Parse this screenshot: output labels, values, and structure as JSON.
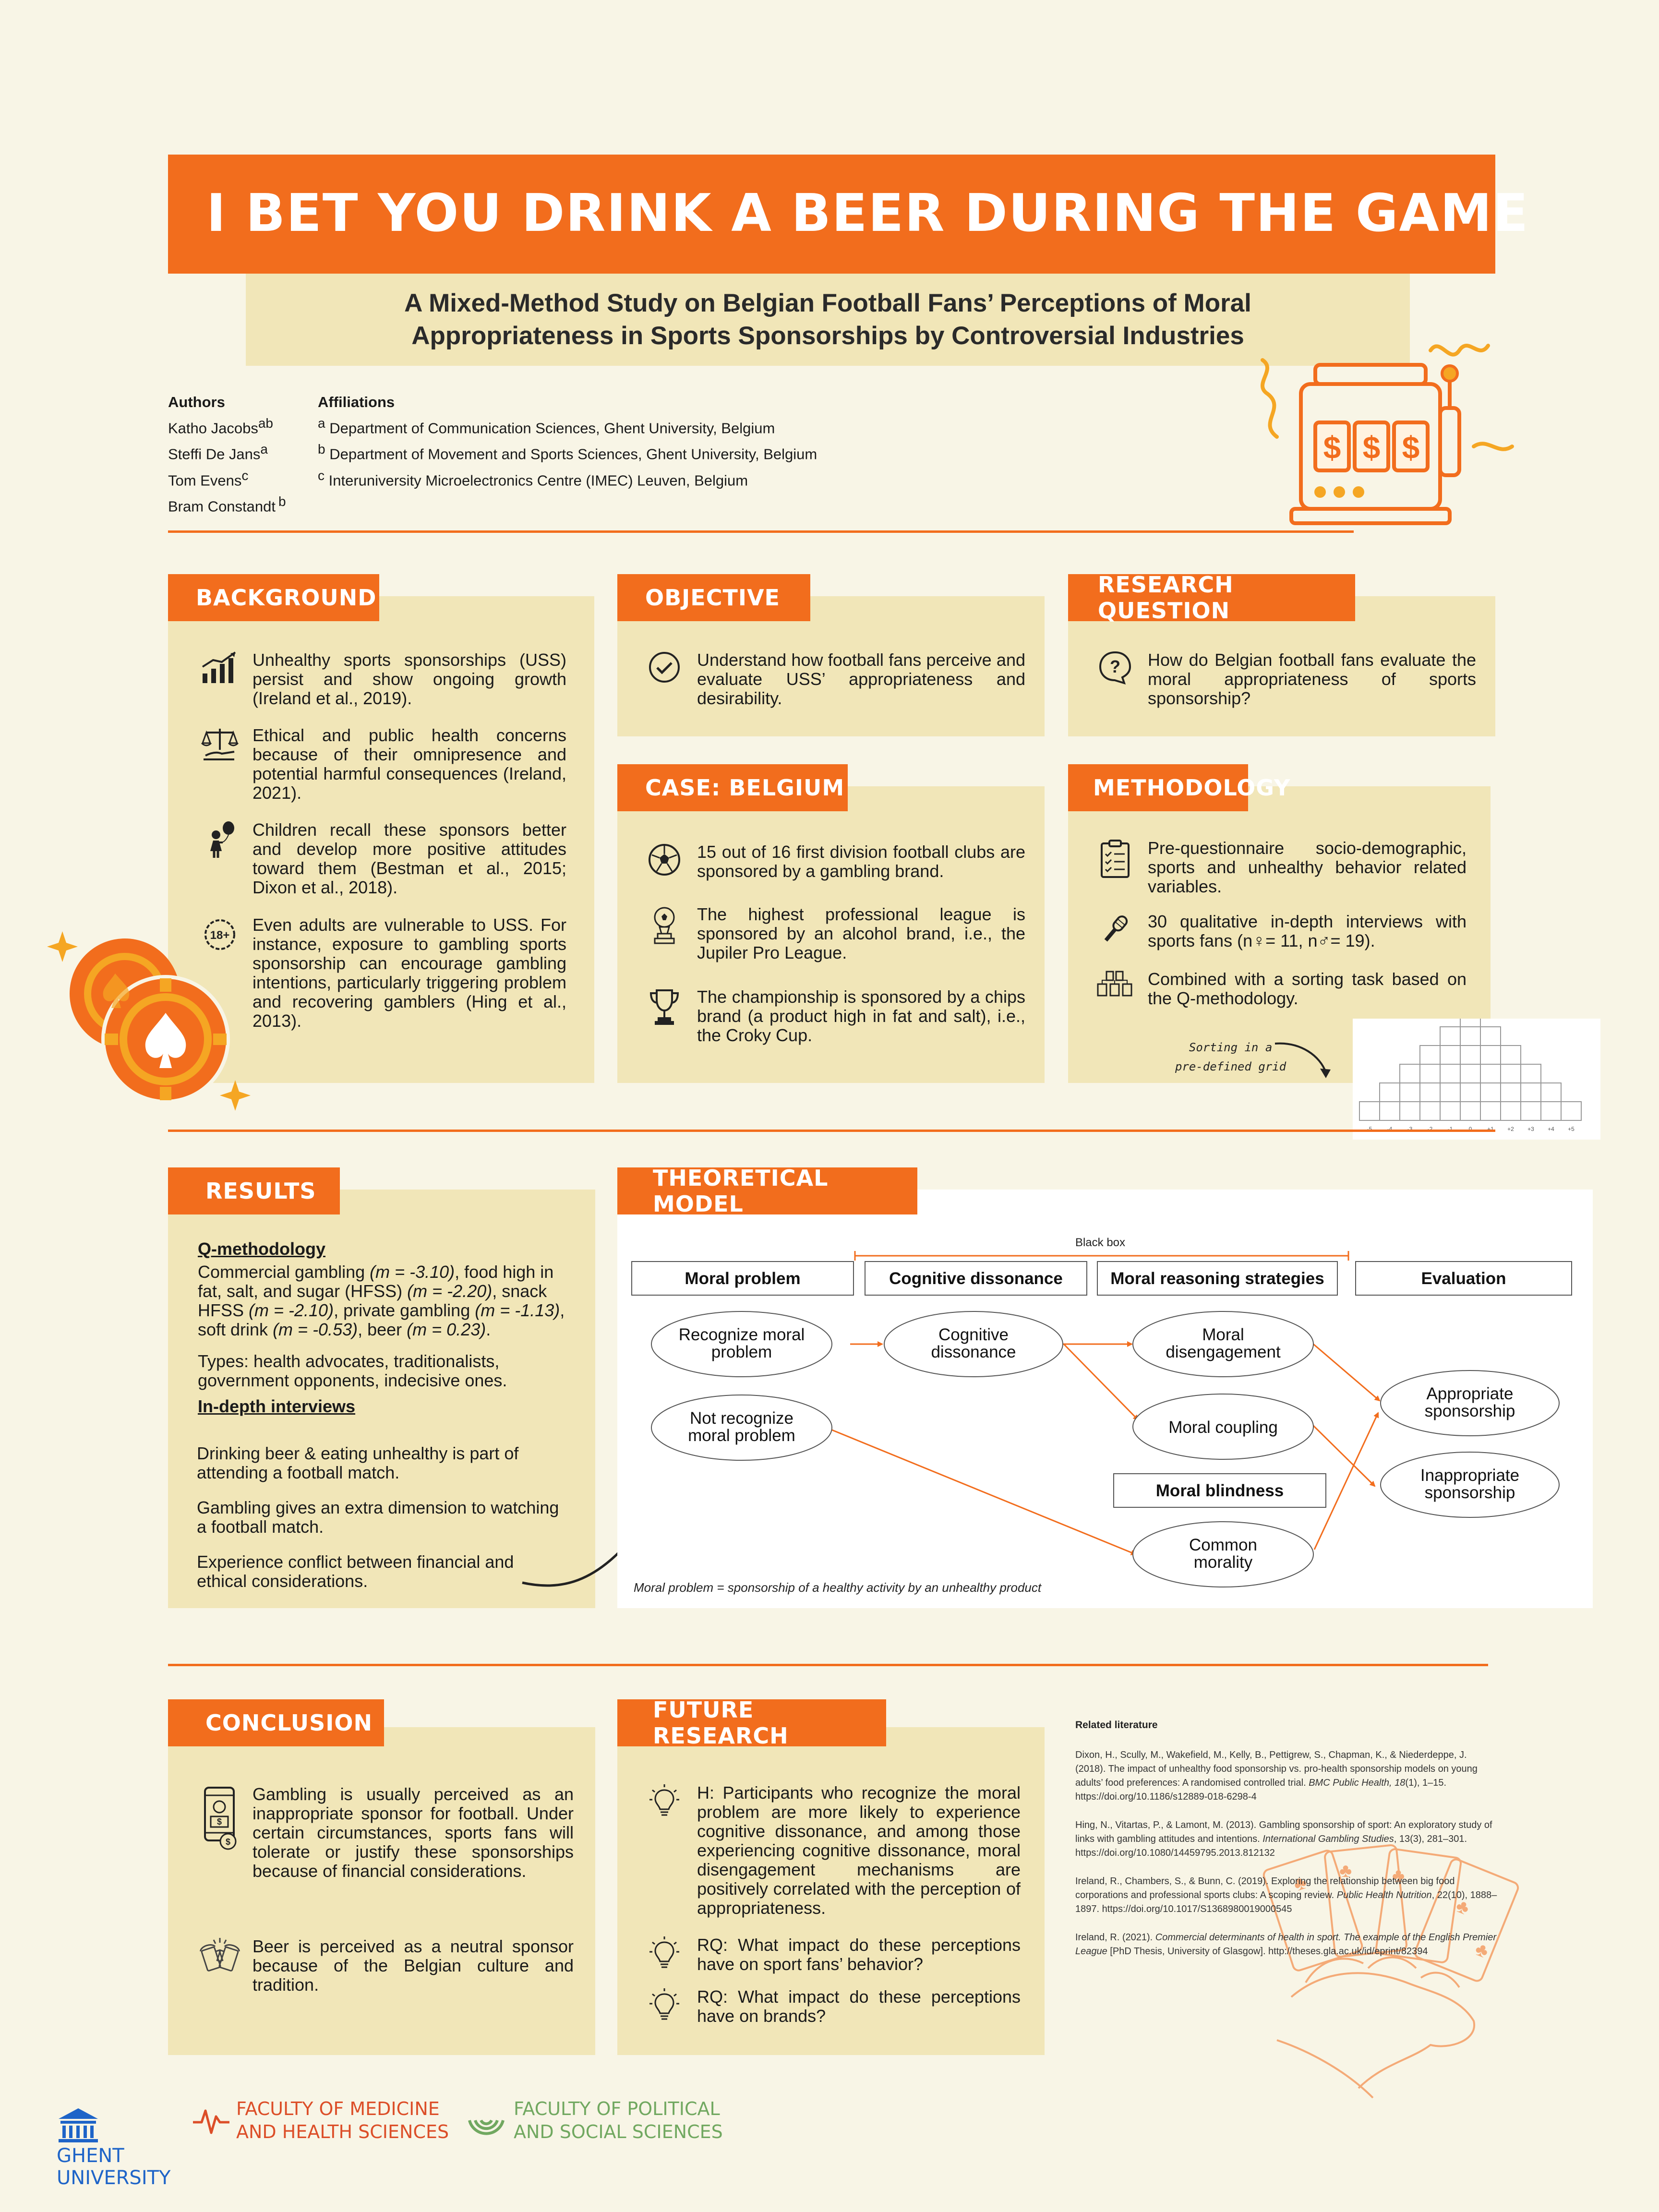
{
  "title": "I BET YOU DRINK A BEER DURING THE GAME",
  "subtitle_line1": "A Mixed-Method Study on Belgian Football Fans’ Perceptions of Moral",
  "subtitle_line2": "Appropriateness in Sports Sponsorships by Controversial Industries",
  "authors": {
    "heading": "Authors",
    "list": [
      {
        "name": "Katho Jacobs",
        "sup": "ab"
      },
      {
        "name": "Steffi De Jans",
        "sup": "a"
      },
      {
        "name": "Tom Evens",
        "sup": "c"
      },
      {
        "name": "Bram Constandt",
        "sup": "b"
      }
    ]
  },
  "affiliations": {
    "heading": "Affiliations",
    "list": [
      {
        "sup": "a",
        "text": "Department of Communication Sciences, Ghent University, Belgium"
      },
      {
        "sup": "b",
        "text": "Department of Movement and Sports Sciences, Ghent University, Belgium"
      },
      {
        "sup": "c",
        "text": "Interuniversity Microelectronics Centre (IMEC) Leuven, Belgium"
      }
    ]
  },
  "slot_symbols": [
    "$",
    "$",
    "$"
  ],
  "background": {
    "heading": "BACKGROUND",
    "items": [
      {
        "icon": "growth-chart-icon",
        "text": "Unhealthy sports sponsorships (USS) persist and show ongoing growth (Ireland et al., 2019)."
      },
      {
        "icon": "scales-icon",
        "text": "Ethical and public health concerns because of their omnipresence and potential harmful consequences (Ireland, 2021)."
      },
      {
        "icon": "child-balloon-icon",
        "text": "Children recall these sponsors better and develop more positive attitudes toward them (Bestman et al., 2015; Dixon et al., 2018)."
      },
      {
        "icon": "adult-18-icon",
        "text": "Even adults are vulnerable to USS. For instance, exposure to gambling sports sponsorship can encourage gambling intentions, particularly triggering problem and recovering gamblers (Hing et al., 2013)."
      }
    ]
  },
  "objective": {
    "heading": "OBJECTIVE",
    "text": "Understand how football fans perceive and evaluate USS’ appropriateness and desirability."
  },
  "research_question": {
    "heading": "RESEARCH QUESTION",
    "text": "How do Belgian football fans evaluate the moral appropriateness of sports sponsorship?"
  },
  "case": {
    "heading": "CASE: BELGIUM",
    "items": [
      {
        "icon": "football-icon",
        "text": "15 out of 16 first division football clubs are sponsored by a gambling brand."
      },
      {
        "icon": "stadium-icon",
        "text": "The highest professional league is sponsored by an alcohol brand, i.e., the Jupiler Pro League."
      },
      {
        "icon": "trophy-icon",
        "text": "The championship is sponsored by a chips brand (a product high in fat and salt), i.e., the Croky Cup."
      }
    ]
  },
  "methodology": {
    "heading": "METHODOLOGY",
    "items": [
      {
        "icon": "clipboard-icon",
        "text": "Pre-questionnaire socio-demographic, sports and unhealthy behavior related variables."
      },
      {
        "icon": "microphone-icon",
        "text": "30 qualitative in-depth interviews with sports fans (n♀= 11, n♂= 19)."
      },
      {
        "icon": "sorting-cards-icon",
        "text": "Combined with a sorting task based on the Q-methodology."
      }
    ],
    "grid_note_line1": "Sorting in a",
    "grid_note_line2": "pre-defined grid",
    "grid_labels": [
      "-5",
      "-4",
      "-3",
      "-2",
      "-1",
      "0",
      "+1",
      "+2",
      "+3",
      "+4",
      "+5"
    ],
    "grid_column_cells": [
      1,
      2,
      3,
      4,
      5,
      6,
      5,
      4,
      3,
      2,
      1
    ]
  },
  "results": {
    "heading": "RESULTS",
    "q_heading": "Q-methodology",
    "q_text_html": "Commercial gambling <i>(m = -3.10)</i>, food high in fat, salt, and sugar  (HFSS) <i>(m = -2.20)</i>, snack HFSS <i>(m = -2.10)</i>, private gambling <i>(m = -1.13)</i>, soft drink <i>(m = -0.53)</i>, beer <i>(m = 0.23)</i>.",
    "types": "Types: health advocates, traditionalists, government opponents, indecisive ones.",
    "int_heading": "In-depth interviews",
    "int_items": [
      "Drinking beer & eating unhealthy is part of attending a football match.",
      "Gambling gives an extra dimension to watching a football match.",
      "Experience conflict between financial and ethical considerations."
    ]
  },
  "model": {
    "heading": "THEORETICAL MODEL",
    "black_box": "Black box",
    "stages": [
      "Moral problem",
      "Cognitive dissonance",
      "Moral reasoning strategies",
      "Evaluation"
    ],
    "nodes": {
      "recognize_l1": "Recognize moral",
      "recognize_l2": "problem",
      "not_l1": "Not recognize",
      "not_l2": "moral problem",
      "dissonance_l1": "Cognitive",
      "dissonance_l2": "dissonance",
      "disengage_l1": "Moral",
      "disengage_l2": "disengagement",
      "coupling": "Moral coupling",
      "blindness": "Moral blindness",
      "common_l1": "Common",
      "common_l2": "morality",
      "appropriate_l1": "Appropriate",
      "appropriate_l2": "sponsorship",
      "inappropriate_l1": "Inappropriate",
      "inappropriate_l2": "sponsorship"
    },
    "note": "Moral problem = sponsorship of a healthy activity by an unhealthy product"
  },
  "conclusion": {
    "heading": "CONCLUSION",
    "items": [
      {
        "icon": "phone-gambling-icon",
        "text": "Gambling is usually perceived as an inappropriate sponsor for football. Under certain circumstances, sports fans will tolerate or justify these sponsorships because of financial considerations."
      },
      {
        "icon": "beer-cheers-icon",
        "text": "Beer is perceived as a neutral sponsor because of the Belgian culture and tradition."
      }
    ]
  },
  "future": {
    "heading": "FUTURE RESEARCH",
    "items": [
      {
        "icon": "lightbulb-icon",
        "text": "H: Participants who recognize the moral problem are more likely to experience cognitive dissonance, and among those experiencing cognitive dissonance, moral disengagement mechanisms are positively correlated with the perception of appropriateness."
      },
      {
        "icon": "lightbulb-icon",
        "text": "RQ: What impact do these perceptions have on sport fans’ behavior?"
      },
      {
        "icon": "lightbulb-icon",
        "text": "RQ: What impact do these perceptions have on brands?"
      }
    ]
  },
  "literature": {
    "heading": "Related literature",
    "refs": [
      "Dixon, H., Scully, M., Wakefield, M., Kelly, B., Pettigrew, S., Chapman, K., & Niederdeppe, J. (2018). The impact of unhealthy food sponsorship vs. pro-health sponsorship models on young adults’ food preferences: A randomised controlled trial. <i>BMC Public Health, 18</i>(1), 1–15. https://doi.org/10.1186/s12889-018-6298-4",
      "Hing, N., Vitartas, P., & Lamont, M. (2013). Gambling sponsorship of sport: An exploratory study of links with gambling attitudes and intentions. <i>International Gambling Studies</i>, 13(3), 281–301. https://doi.org/10.1080/14459795.2013.812132",
      "Ireland, R., Chambers, S., & Bunn, C. (2019). Exploring the relationship between big food corporations and professional sports clubs: A scoping review. <i>Public Health Nutrition</i>, 22(10), 1888–1897. https://doi.org/10.1017/S1368980019000545",
      "Ireland, R. (2021). <i>Commercial determinants of health in sport. The example of the English Premier League</i> [PhD Thesis, University of Glasgow]. http://theses.gla.ac.uk/id/eprint/82394"
    ]
  },
  "logos": {
    "ghent_l1": "GHENT",
    "ghent_l2": "UNIVERSITY",
    "med_l1": "FACULTY OF MEDICINE",
    "med_l2": "AND HEALTH SCIENCES",
    "pol_l1": "FACULTY OF POLITICAL",
    "pol_l2": "AND SOCIAL SCIENCES"
  },
  "colors": {
    "accent": "#f26d1d",
    "panel": "#f1e6b8",
    "page": "#f8f5e6",
    "ghent_blue": "#1e64c8",
    "med_red": "#dc4e28",
    "pol_green": "#71a860"
  }
}
